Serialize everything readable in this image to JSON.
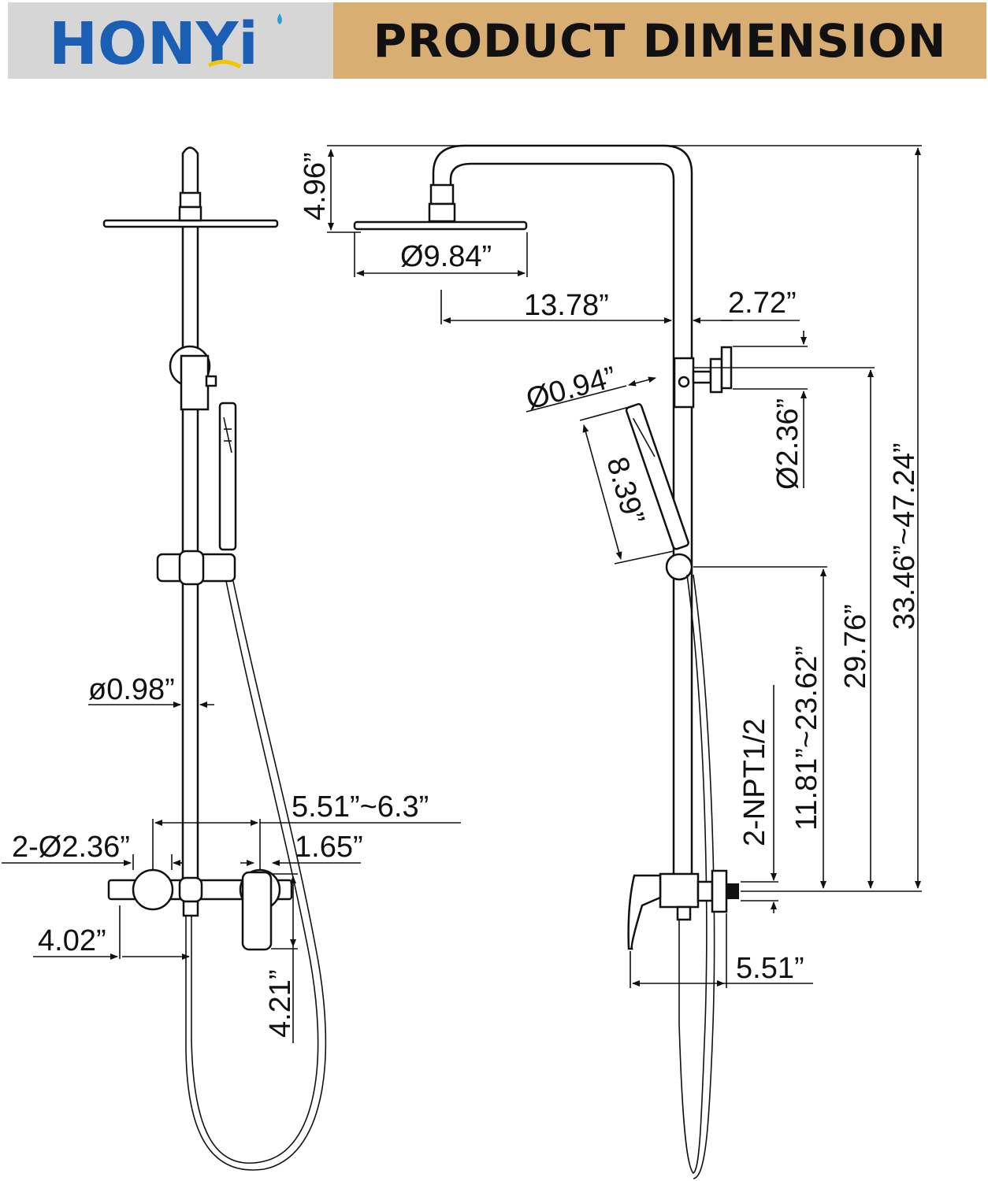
{
  "header": {
    "brand": "HONYi",
    "title": "PRODUCT DIMENSION",
    "brand_color": "#1a5fb4",
    "accent_color": "#f5c400",
    "title_bg": "#d8ae72",
    "brand_bg": "#d6d6d6"
  },
  "dimensions": {
    "head_height": "4.96”",
    "head_diameter": "Ø9.84”",
    "arm_reach": "13.78”",
    "bracket_offset": "2.72”",
    "bracket_diameter": "Ø2.36”",
    "handheld_diameter": "Ø0.94”",
    "handheld_length": "8.39”",
    "total_height": "33.46”~47.24”",
    "bracket_height": "29.76”",
    "slider_range": "11.81”~23.62”",
    "inlet_thread": "2-NPT1/2",
    "pipe_diameter": "ø0.98”",
    "center_distance": "5.51”~6.3”",
    "flange_diameter": "2-Ø2.36”",
    "valve_offset": "1.65”",
    "spout_length": "4.02”",
    "valve_height": "4.21”",
    "wall_projection": "5.51”"
  }
}
